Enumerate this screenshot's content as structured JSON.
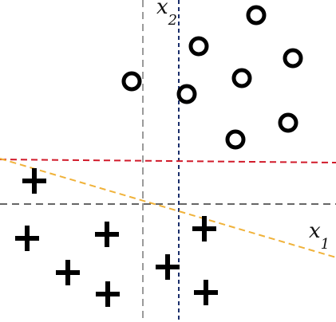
{
  "axis_labels": {
    "x1": {
      "base": "x",
      "subscript": "1"
    },
    "x2": {
      "base": "x",
      "subscript": "2"
    }
  },
  "colors": {
    "marker": "#000000",
    "line_red": "#d11a2a",
    "line_orange": "#f0b23a",
    "line_blue": "#1a2e6b",
    "line_gray": "#9a9a9a",
    "line_dark": "#333333"
  },
  "marker_kinds": {
    "circle": "circle-marker",
    "plus": "plus-marker"
  }
}
